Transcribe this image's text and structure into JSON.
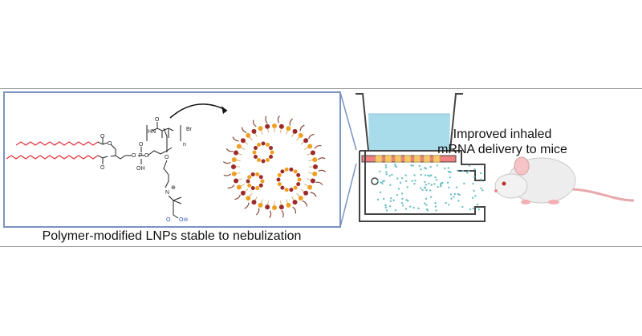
{
  "panel_left": {
    "caption": "Polymer-modified LNPs stable to nebulization",
    "atom_labels": {
      "o1": "O",
      "o2": "O",
      "o3": "O",
      "o4": "O",
      "o5": "O",
      "o6": "O",
      "p": "P",
      "oh": "OH",
      "hn": "HN",
      "o_amide": "O",
      "n_sub": "n",
      "br": "Br",
      "o_ester": "O",
      "n_plus": "N",
      "plus": "⊕",
      "carb_o": "O",
      "carb_ominus": "O⊖"
    }
  },
  "panel_right": {
    "label_line1": "Improved inhaled",
    "label_line2": "mRNA delivery to mice"
  },
  "icons": {
    "lipid": "lipid-tail-icon",
    "particle": "lnp-particle-icon",
    "nebulizer": "nebulizer-icon",
    "mouse": "mouse-icon"
  },
  "colors": {
    "frame": "#7a93c4",
    "lipid_red": "#e0303a",
    "head_red": "#9c2a2a",
    "head_orange": "#f0a020",
    "water": "#a8dcea",
    "mesh": "#f3c96a",
    "droplets": "#6bbfc4",
    "carboxylate_blue": "#2a4fb5"
  }
}
